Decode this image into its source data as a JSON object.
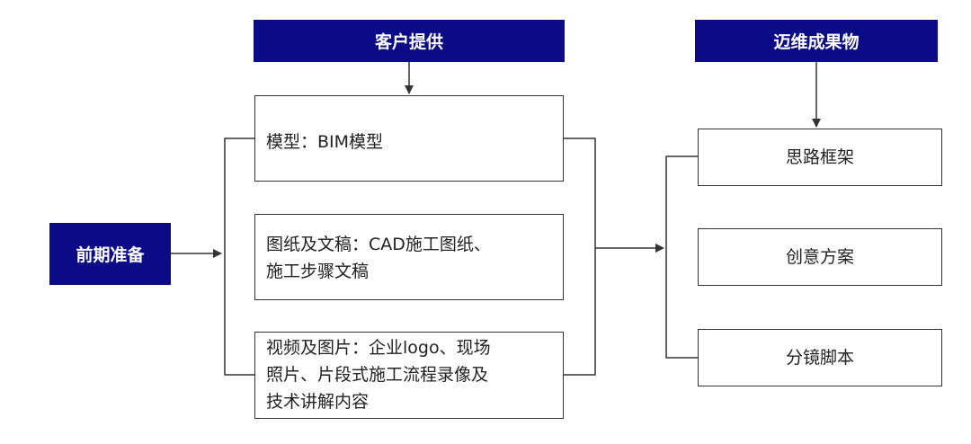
{
  "headers": {
    "client": "客户提供",
    "output": "迈维成果物",
    "prep": "前期准备"
  },
  "inputs": [
    {
      "line1": "模型：BIM模型",
      "line2": "",
      "line3": ""
    },
    {
      "line1": "图纸及文稿：CAD施工图纸、",
      "line2": "施工步骤文稿",
      "line3": ""
    },
    {
      "line1": "视频及图片：企业logo、现场",
      "line2": "照片、片段式施工流程录像及",
      "line3": "技术讲解内容"
    }
  ],
  "outputs": [
    "思路框架",
    "创意方案",
    "分镜脚本"
  ],
  "colors": {
    "header_bg": "#0b0b88",
    "header_text": "#ffffff",
    "line": "#333333"
  }
}
